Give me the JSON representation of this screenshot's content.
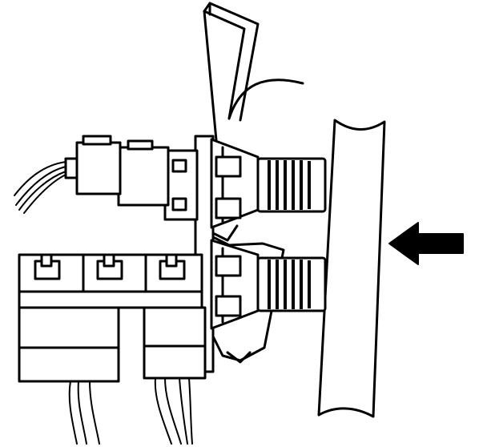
{
  "diagram": {
    "type": "technical-line-drawing",
    "colors": {
      "line": "#000000",
      "background": "#ffffff"
    },
    "components": [
      "mounting-bracket",
      "upper-sensor-switch",
      "lower-sensor-switch",
      "upper-wire-connector",
      "lower-connector-block",
      "mounting-plate",
      "direction-arrow"
    ],
    "arrow": {
      "icon": "left-arrow-icon",
      "direction": "left"
    }
  }
}
